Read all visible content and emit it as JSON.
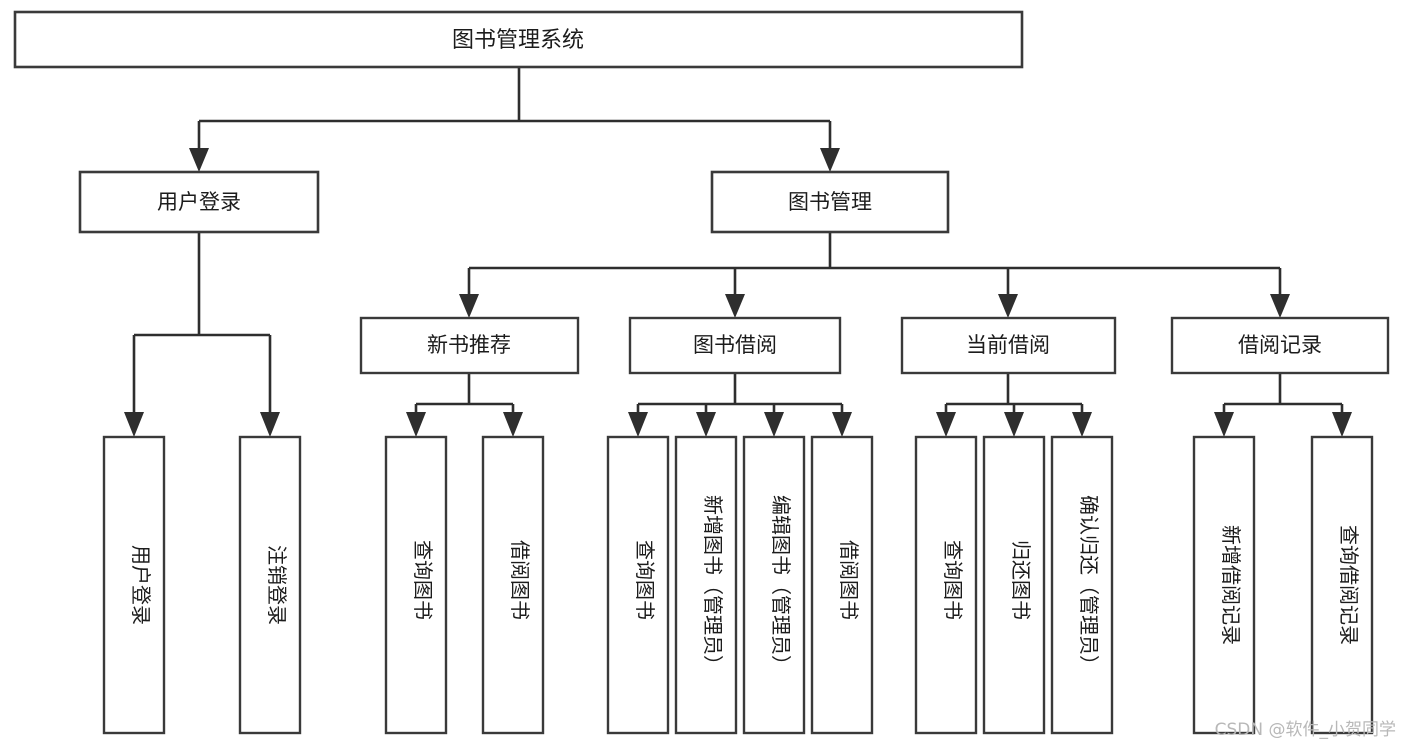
{
  "diagram": {
    "title_node": {
      "label": "图书管理系统"
    },
    "level2": [
      {
        "label": "用户登录"
      },
      {
        "label": "图书管理"
      }
    ],
    "level3": [
      {
        "label": "新书推荐"
      },
      {
        "label": "图书借阅"
      },
      {
        "label": "当前借阅"
      },
      {
        "label": "借阅记录"
      }
    ],
    "leaves": {
      "user_login": [
        {
          "label": "用户登录"
        },
        {
          "label": "注销登录"
        }
      ],
      "new_book_recommend": [
        {
          "label": "查询图书"
        },
        {
          "label": "借阅图书"
        }
      ],
      "book_borrow": [
        {
          "label": "查询图书"
        },
        {
          "label": "新增图书（管理员）"
        },
        {
          "label": "编辑图书（管理员）"
        },
        {
          "label": "借阅图书"
        }
      ],
      "current_borrow": [
        {
          "label": "查询图书"
        },
        {
          "label": "归还图书"
        },
        {
          "label": "确认归还（管理员）"
        }
      ],
      "borrow_record": [
        {
          "label": "新增借阅记录"
        },
        {
          "label": "查询借阅记录"
        }
      ]
    }
  },
  "watermark": {
    "text": "CSDN @软件_小贺同学"
  },
  "colors": {
    "background": "#ffffff",
    "box_stroke": "#3a3a3a",
    "line": "#2e2e2e",
    "text": "#1c1c1c",
    "watermark": "#b8b8b8"
  }
}
